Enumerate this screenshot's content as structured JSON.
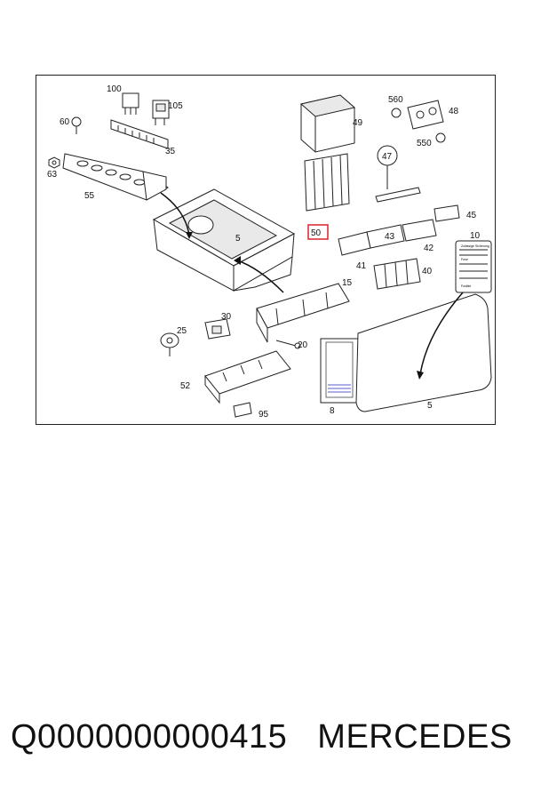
{
  "diagram": {
    "callouts": {
      "c100": "100",
      "c105": "105",
      "c60": "60",
      "c35": "35",
      "c63": "63",
      "c55": "55",
      "c5a": "5",
      "c49": "49",
      "c560": "560",
      "c48": "48",
      "c550": "550",
      "c47": "47",
      "c45": "45",
      "c50": "50",
      "c43": "43",
      "c42": "42",
      "c41": "41",
      "c40": "40",
      "c10": "10",
      "c15": "15",
      "c30": "30",
      "c25": "25",
      "c20": "20",
      "c52": "52",
      "c95": "95",
      "c8": "8",
      "c5b": "5"
    },
    "highlight_color": "#d9232d",
    "label_lines": [
      "Zulässige Sicherung",
      "Fuse",
      "Fusible"
    ]
  },
  "footer": {
    "part_number": "Q0000000000415",
    "brand": "MERCEDES"
  }
}
